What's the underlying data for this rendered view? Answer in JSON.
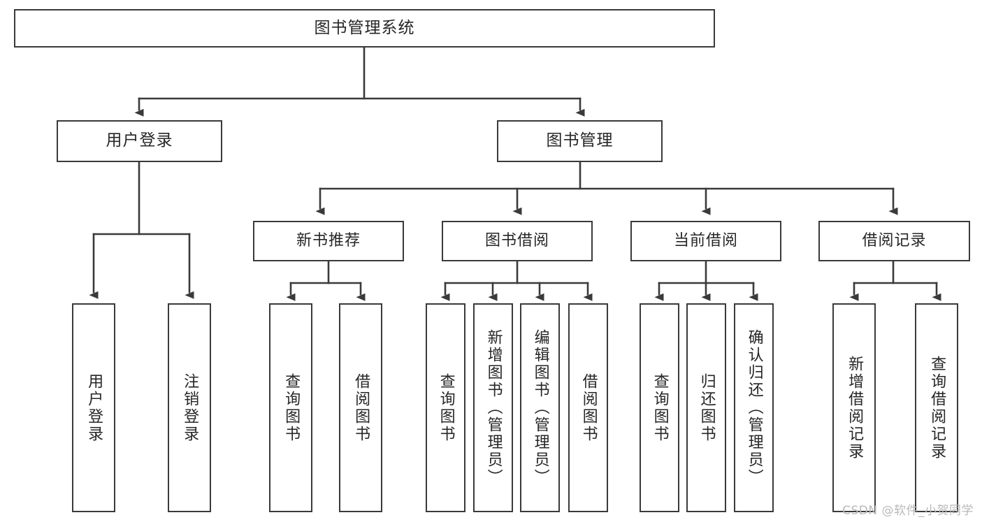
{
  "diagram": {
    "title": "图书管理系统",
    "type": "tree-hierarchy-chart",
    "watermark": "CSDN @软件_小贺同学",
    "colors": {
      "background": "#ffffff",
      "box_border": "#3a3a3a",
      "box_fill": "#ffffff",
      "text": "#262626",
      "connector": "#3a3a3a",
      "watermark": "#b9b9b9"
    },
    "root": {
      "label": "图书管理系统"
    },
    "level2": [
      {
        "label": "用户登录"
      },
      {
        "label": "图书管理"
      }
    ],
    "level3": [
      {
        "label": "新书推荐"
      },
      {
        "label": "图书借阅"
      },
      {
        "label": "当前借阅"
      },
      {
        "label": "借阅记录"
      }
    ],
    "leaves": {
      "user_login": [
        {
          "label": "用户登录"
        },
        {
          "label": "注销登录"
        }
      ],
      "new_book": [
        {
          "label": "查询图书"
        },
        {
          "label": "借阅图书"
        }
      ],
      "book_borrow": [
        {
          "label": "查询图书"
        },
        {
          "label": "新增图书（管理员）"
        },
        {
          "label": "编辑图书（管理员）"
        },
        {
          "label": "借阅图书"
        }
      ],
      "current_borrow": [
        {
          "label": "查询图书"
        },
        {
          "label": "归还图书"
        },
        {
          "label": "确认归还（管理员）"
        }
      ],
      "borrow_record": [
        {
          "label": "新增借阅记录"
        },
        {
          "label": "查询借阅记录"
        }
      ]
    }
  }
}
